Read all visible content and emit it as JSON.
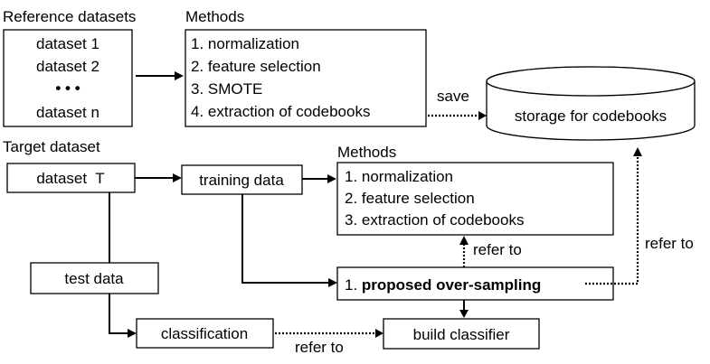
{
  "reference": {
    "heading": "Reference datasets",
    "dataset_1": "dataset 1",
    "dataset_2": "dataset 2",
    "ellipsis": "• • •",
    "dataset_n": "dataset n"
  },
  "methods_top": {
    "heading": "Methods",
    "items": [
      "1. normalization",
      "2. feature selection",
      "3. SMOTE",
      "4. extraction of codebooks"
    ]
  },
  "storage": {
    "label": "storage for codebooks",
    "save_label": "save"
  },
  "target": {
    "heading": "Target dataset",
    "dataset_t": "dataset  T"
  },
  "training_data": "training data",
  "methods_bottom": {
    "heading": "Methods",
    "items": [
      "1. normalization",
      "2. feature selection",
      "3. extraction of codebooks"
    ]
  },
  "test_data": "test data",
  "proposed": {
    "number": "1. ",
    "label": "proposed over-sampling"
  },
  "classification": "classification",
  "build_classifier": "build classifier",
  "refer_to": {
    "methods": "refer to",
    "storage": "refer to",
    "classification": "refer to"
  }
}
